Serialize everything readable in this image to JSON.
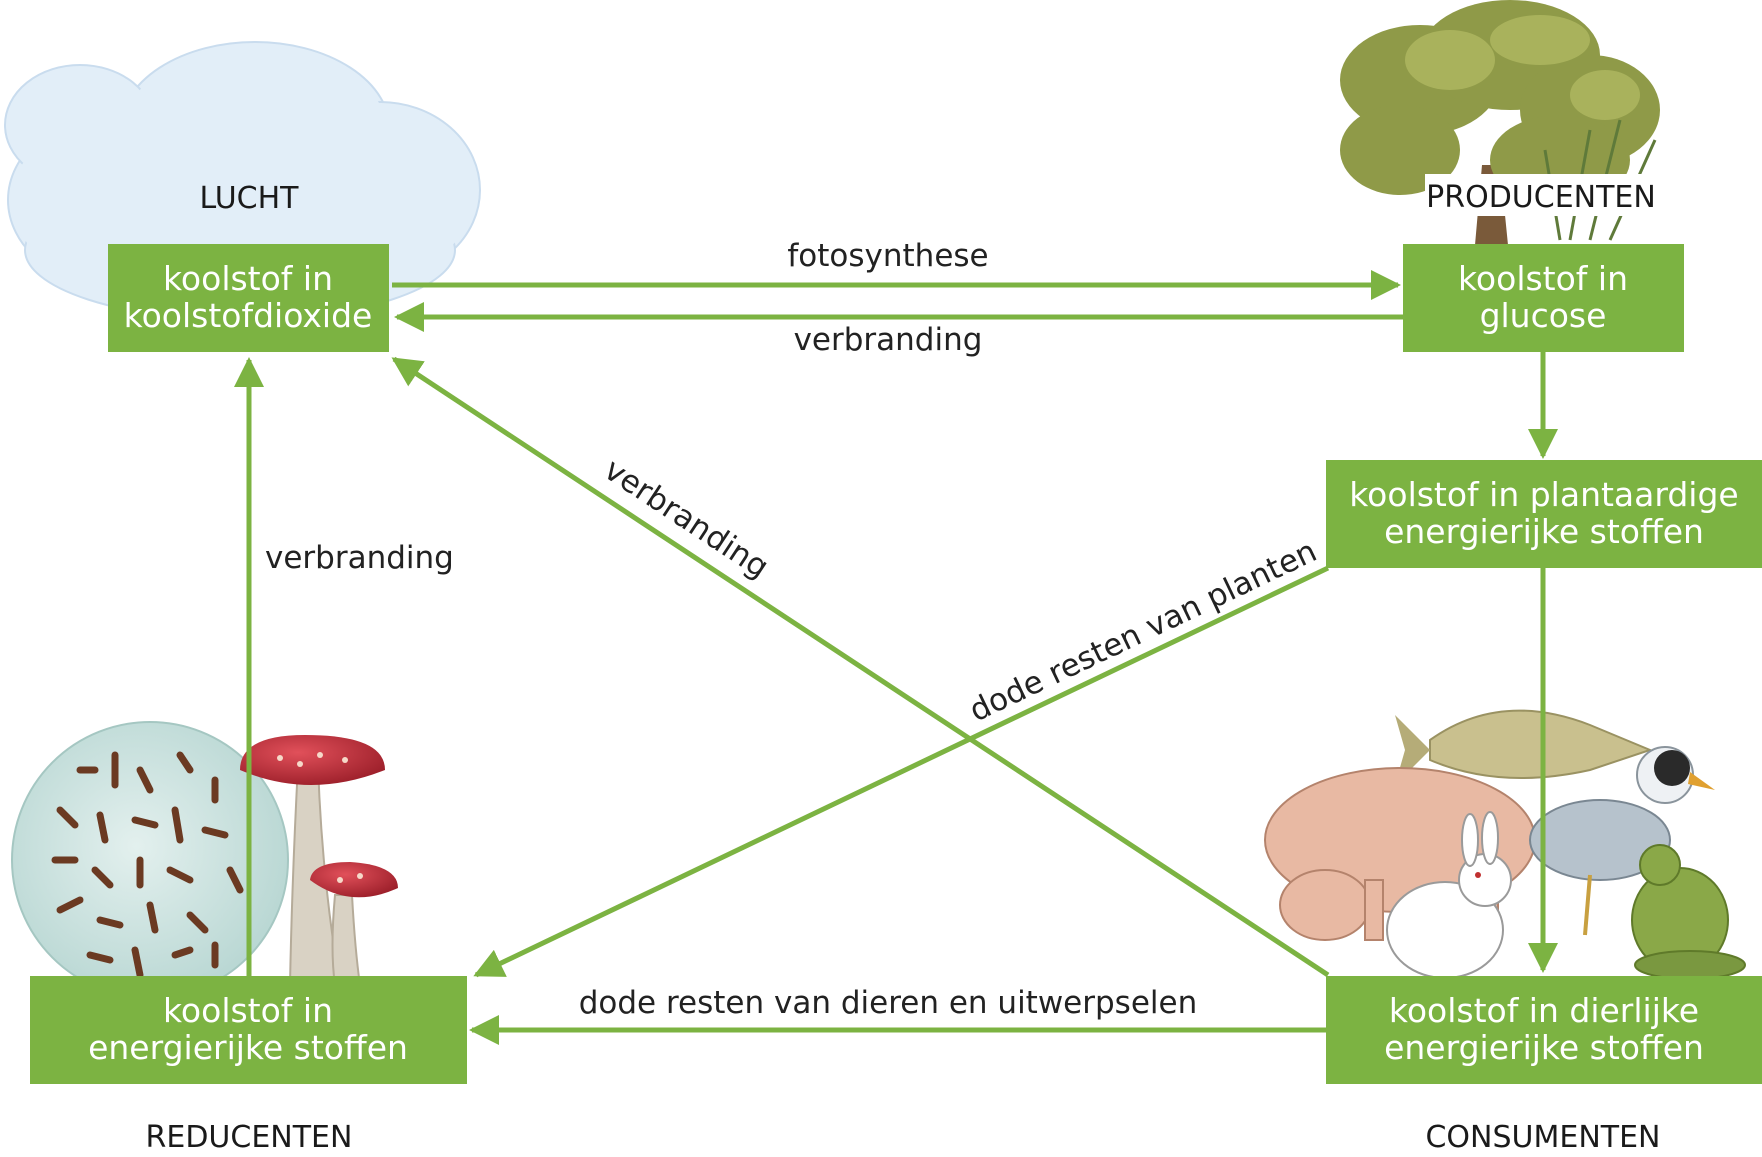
{
  "colors": {
    "box_fill": "#7cb342",
    "arrow": "#7cb342",
    "box_text": "#ffffff",
    "label_text": "#222222"
  },
  "groups": {
    "air": "LUCHT",
    "producers": "PRODUCENTEN",
    "decomposers": "REDUCENTEN",
    "consumers": "CONSUMENTEN"
  },
  "boxes": {
    "co2": [
      "koolstof in",
      "koolstofdioxide"
    ],
    "glucose": [
      "koolstof in",
      "glucose"
    ],
    "plant": [
      "koolstof in plantaardige",
      "energierijke stoffen"
    ],
    "animal": [
      "koolstof in dierlijke",
      "energierijke stoffen"
    ],
    "decomposer": [
      "koolstof in",
      "energierijke stoffen"
    ]
  },
  "arrows": {
    "photosynthesis": "fotosynthese",
    "combustion_top": "verbranding",
    "combustion_left": "verbranding",
    "combustion_diagonal": "verbranding",
    "plant_remains": "dode resten van planten",
    "animal_remains": "dode resten van dieren en uitwerpselen"
  },
  "illustrations": {
    "air": "cloud-icon",
    "producers": "tree-icon",
    "decomposers": "bacteria-and-mushroom-icon",
    "consumers": "animals-icon"
  }
}
